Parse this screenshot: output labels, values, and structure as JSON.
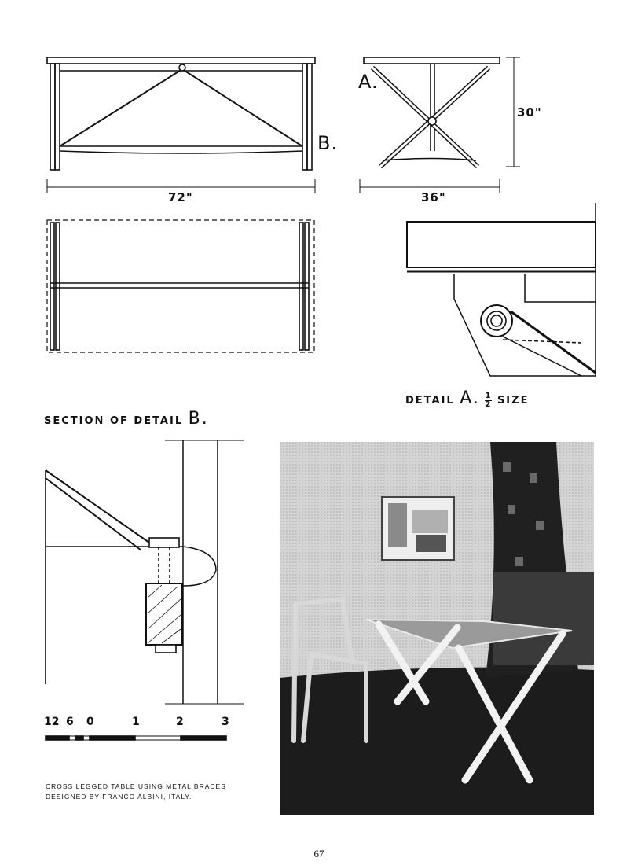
{
  "dimensions": {
    "width_72": "72\"",
    "width_36": "36\"",
    "height_30": "30\""
  },
  "markers": {
    "a": "A.",
    "b": "B."
  },
  "detail_a": {
    "prefix": "DETAIL",
    "letter": "A.",
    "fraction_num": "1",
    "fraction_den": "2",
    "suffix": "SIZE"
  },
  "section_b": {
    "prefix": "SECTION OF DETAIL",
    "letter": "B."
  },
  "scale": {
    "labels": [
      "12",
      "6",
      "0",
      "1",
      "2",
      "3"
    ]
  },
  "caption": "CROSS LEGGED TABLE USING METAL BRACES DESIGNED BY FRANCO ALBINI, ITALY.",
  "page_number": "67"
}
